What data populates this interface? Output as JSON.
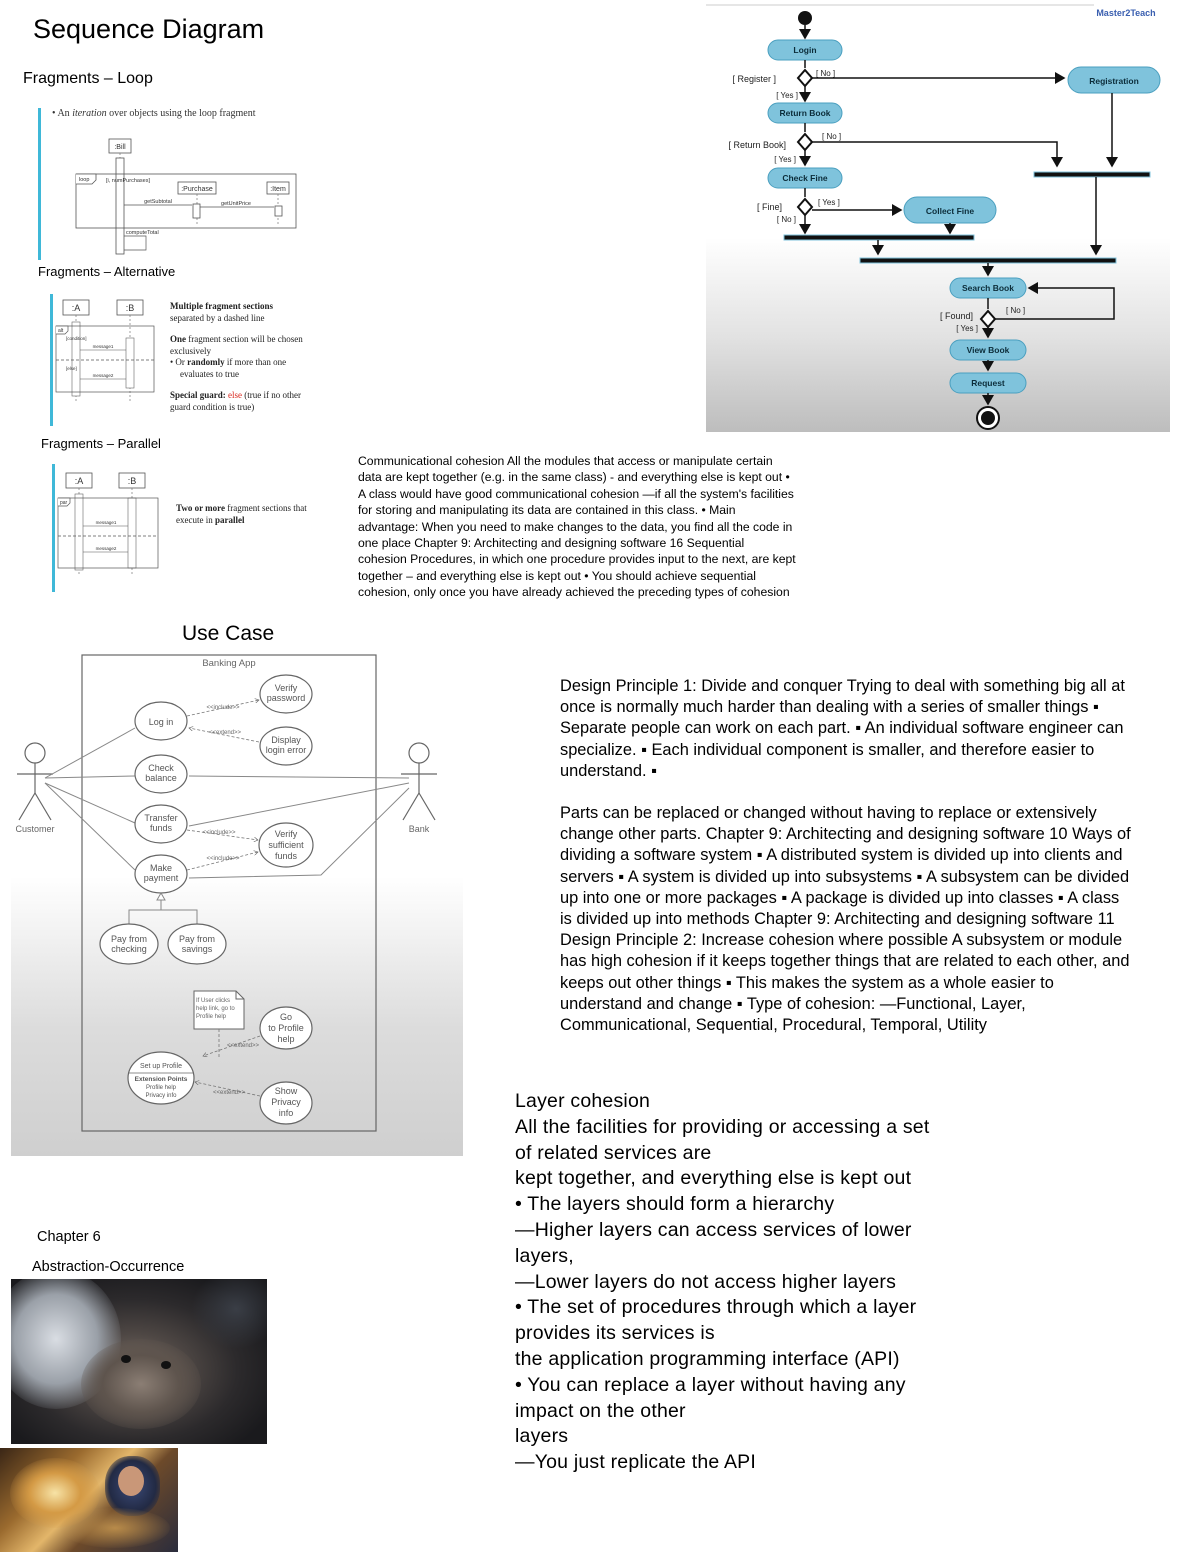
{
  "sequence": {
    "title": "Sequence Diagram",
    "loop": {
      "heading": "Fragments – Loop",
      "bullet_prefix": "An ",
      "bullet_em": "iteration",
      "bullet_suffix": " over objects using the loop fragment",
      "lifelines": [
        ":Bill",
        ":Purchase",
        ":Item"
      ],
      "loop_tag": "loop",
      "loop_guard": "[i, numPurchases]",
      "messages": [
        "getSubtotal",
        "getUnitPrice",
        "computeTotal"
      ]
    },
    "alternative": {
      "heading": "Fragments – Alternative",
      "lifelines": [
        ":A",
        ":B"
      ],
      "tag": "alt",
      "guards": [
        "[condition]",
        "[else]"
      ],
      "messages": [
        "message1",
        "message2"
      ],
      "p1_bold": "Multiple fragment sections",
      "p1_rest": "separated by a dashed line",
      "p2_bold": "One",
      "p2_rest": " fragment section will be chosen exclusively",
      "p3_prefix": "Or ",
      "p3_bold": "randomly",
      "p3_rest": " if more than one evaluates to true",
      "p4_bold": "Special guard",
      "p4_colon": ": ",
      "p4_red": "else",
      "p4_rest": " (true if no other guard condition is true)"
    },
    "parallel": {
      "heading": "Fragments – Parallel",
      "lifelines": [
        ":A",
        ":B"
      ],
      "tag": "par",
      "messages": [
        "message1",
        "message2"
      ],
      "p1_bold": "Two or more",
      "p1_mid": " fragment sections that execute in ",
      "p1_bold2": "parallel"
    }
  },
  "activity": {
    "brand": "Master2Teach",
    "nodes": {
      "login": "Login",
      "registration": "Registration",
      "return_book": "Return Book",
      "check_fine": "Check Fine",
      "collect_fine": "Collect Fine",
      "search_book": "Search Book",
      "view_book": "View Book",
      "request": "Request"
    },
    "guards": {
      "register": "[ Register ]",
      "no1": "[ No ]",
      "yes1": "[ Yes ]",
      "return_book": "[ Return Book]",
      "no2": "[ No ]",
      "yes2": "[ Yes ]",
      "fine": "[ Fine]",
      "yes3": "[ Yes ]",
      "no3": "[ No ]",
      "found": "[ Found]",
      "no4": "[ No ]",
      "yes4": "[ Yes ]"
    }
  },
  "communicational_text": "Communicational cohesion All the modules that access or manipulate certain data are kept together (e.g. in the same class) - and everything else is kept out • A class would have good communicational cohesion —if all the system's facilities for storing and manipulating its data are contained in this class. • Main advantage: When you need to make changes to the data, you find all the code in one place Chapter 9: Architecting and designing software 16 Sequential cohesion Procedures, in which one procedure provides input to the next, are kept together – and everything else is kept out • You should achieve sequential cohesion, only once you have already achieved the preceding types of cohesion",
  "usecase": {
    "title": "Use Case",
    "system": "Banking App",
    "actors": [
      "Customer",
      "Bank"
    ],
    "cases": {
      "login": "Log in",
      "verify_password_1": "Verify",
      "verify_password_2": "password",
      "display_1": "Display",
      "display_2": "login error",
      "check_1": "Check",
      "check_2": "balance",
      "transfer_1": "Transfer",
      "transfer_2": "funds",
      "verify_funds_1": "Verify",
      "verify_funds_2": "sufficient",
      "verify_funds_3": "funds",
      "make_1": "Make",
      "make_2": "payment",
      "pay_checking_1": "Pay from",
      "pay_checking_2": "checking",
      "pay_savings_1": "Pay from",
      "pay_savings_2": "savings",
      "go_1": "Go",
      "go_2": "to Profile",
      "go_3": "help",
      "setup_1": "Set up Profile",
      "setup_2": "Extension Points",
      "setup_3": "Profile help",
      "setup_4": "Privacy info",
      "show_1": "Show",
      "show_2": "Privacy",
      "show_3": "info"
    },
    "relations": {
      "include_1": "<<include>>",
      "extend_1": "<<extend>>",
      "include_2": "<<include>>",
      "include_3": "<<include>>",
      "extend_2": "<<extend>>",
      "extend_3": "<<extend>>"
    },
    "note": [
      "If User clicks",
      "help link, go to",
      "Profile help"
    ]
  },
  "design_principle": {
    "para1": "Design Principle 1: Divide and conquer Trying to deal with something big all at once is normally much harder than dealing with a series of smaller things ▪ Separate people can work on each part. ▪ An individual software engineer can specialize. ▪ Each individual component is smaller, and therefore easier to understand. ▪",
    "para2": "Parts can be replaced or changed without having to replace or extensively change other parts. Chapter 9: Architecting and designing software 10 Ways of dividing a software system ▪ A distributed system is divided up into clients and servers ▪ A system is divided up into subsystems ▪ A subsystem can be divided up into one or more packages ▪ A package is divided up into classes ▪ A class is divided up into methods Chapter 9: Architecting and designing software 11 Design Principle 2: Increase cohesion where possible A subsystem or module has high cohesion if it keeps together things that are related to each other, and keeps out other things ▪ This makes the system as a whole easier to understand and change ▪ Type of cohesion: —Functional, Layer, Communicational, Sequential, Procedural, Temporal, Utility"
  },
  "layer_cohesion": {
    "lines": [
      "Layer cohesion",
      "All the facilities for providing or accessing a set",
      "of related services are",
      "kept together, and everything else is kept out",
      "• The layers should form a hierarchy",
      "—Higher layers can access services of lower",
      "layers,",
      "—Lower layers do not access higher layers",
      "• The set of procedures through which a layer",
      "provides its services is",
      "the application programming interface (API)",
      "• You can replace a layer without having any",
      "impact on the other",
      "layers",
      "—You just replicate the API"
    ]
  },
  "chapter": {
    "label": "Chapter 6",
    "subtitle": "Abstraction-Occurrence"
  },
  "colors": {
    "node_fill": "#7fc3dc",
    "node_stroke": "#4a9fbf",
    "accent_bar": "#3fb8d8",
    "else_red": "#d8261c"
  }
}
